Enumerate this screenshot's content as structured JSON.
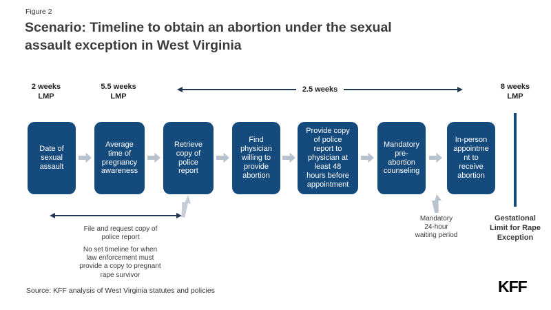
{
  "figure_label": "Figure 2",
  "title": "Scenario: Timeline to obtain an abortion under the sexual\nassault exception in West Virginia",
  "timeline": {
    "marker_2_weeks": "2 weeks\nLMP",
    "marker_5_5_weeks": "5.5 weeks\nLMP",
    "marker_8_weeks": "8 weeks\nLMP",
    "span_label": "2.5 weeks"
  },
  "flow": {
    "boxes": [
      {
        "label": "Date of\nsexual\nassault"
      },
      {
        "label": "Average\ntime of\npregnancy\nawareness"
      },
      {
        "label": "Retrieve\ncopy of\npolice\nreport"
      },
      {
        "label": "Find\nphysician\nwilling to\nprovide\nabortion"
      },
      {
        "label": "Provide copy\nof police\nreport to\nphysician at\nleast 48\nhours before\nappointment"
      },
      {
        "label": "Mandatory\npre-\nabortion\ncounseling"
      },
      {
        "label": "In-person\nappointme\nnt to\nreceive\nabortion"
      }
    ]
  },
  "annotations": {
    "file_report": "File and request copy of\npolice report",
    "no_timeline": "No set timeline for when\nlaw enforcement must\nprovide a copy to pregnant\nrape survivor",
    "waiting_period": "Mandatory\n24-hour\nwaiting period",
    "gestational_limit": "Gestational\nLimit for Rape\nException"
  },
  "footer": {
    "source": "Source: KFF analysis of West Virginia statutes and policies",
    "logo": "KFF"
  },
  "colors": {
    "box_blue": "#154a7d",
    "chevron_gray": "#b7c2cd",
    "arrow_navy": "#223750",
    "limit_line_blue": "#154a7d"
  }
}
